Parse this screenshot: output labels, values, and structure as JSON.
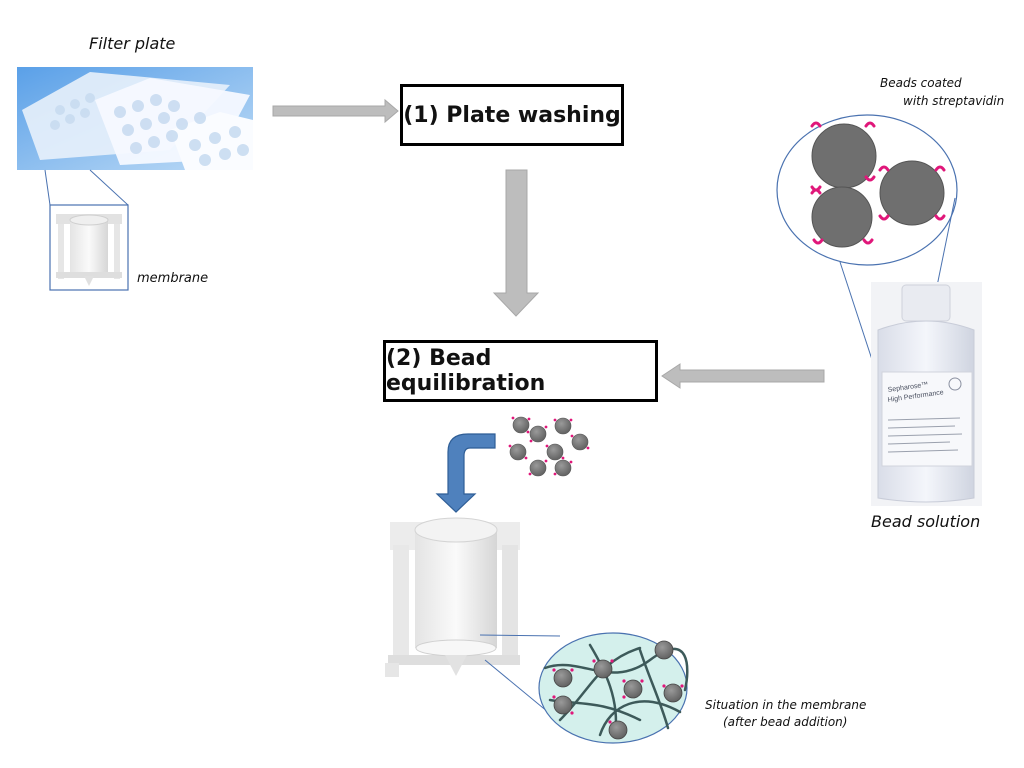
{
  "labels": {
    "filter_plate": "Filter plate",
    "membrane": "membrane",
    "beads_coated_line1": "Beads coated",
    "beads_coated_line2": "with streptavidin",
    "bead_solution": "Bead solution",
    "situation_line1": "Situation in the membrane",
    "situation_line2": "(after bead addition)"
  },
  "steps": {
    "plate_washing": "(1) Plate washing",
    "bead_equilibration": "(2) Bead equilibration"
  },
  "bottle_label": {
    "brand": "Sepharose™",
    "grade": "High Performance"
  },
  "colors": {
    "arrow_gray": "#bdbdbd",
    "arrow_blue": "#4f81bd",
    "bead_gray": "#7a7a7a",
    "streptavidin_pink": "#e0177a",
    "zoom_line": "#4a72b0",
    "membrane_fill": "#d4f0ec",
    "fiber": "#3d5a5a"
  }
}
